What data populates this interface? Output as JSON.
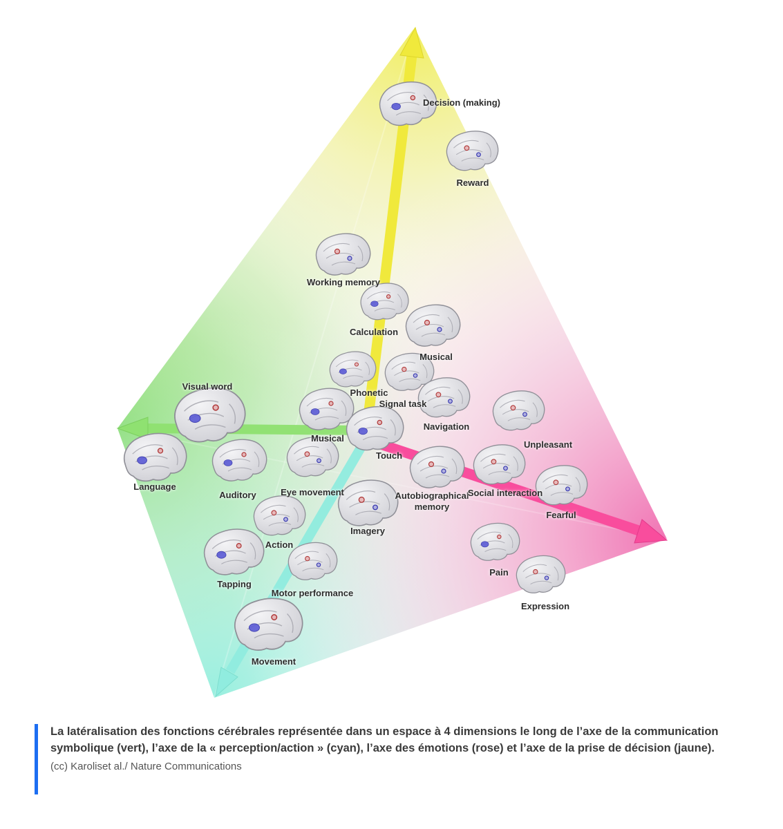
{
  "figure": {
    "nodes": [
      {
        "id": "decision",
        "label": "Decision (making)"
      },
      {
        "id": "reward",
        "label": "Reward"
      },
      {
        "id": "working-memory",
        "label": "Working memory"
      },
      {
        "id": "calculation",
        "label": "Calculation"
      },
      {
        "id": "musical-upper",
        "label": "Musical"
      },
      {
        "id": "phonetic",
        "label": "Phonetic"
      },
      {
        "id": "signal-task",
        "label": "Signal task"
      },
      {
        "id": "navigation",
        "label": "Navigation"
      },
      {
        "id": "unpleasant",
        "label": "Unpleasant"
      },
      {
        "id": "visual-word",
        "label": "Visual word"
      },
      {
        "id": "musical-lower",
        "label": "Musical"
      },
      {
        "id": "touch",
        "label": "Touch"
      },
      {
        "id": "language",
        "label": "Language"
      },
      {
        "id": "auditory",
        "label": "Auditory"
      },
      {
        "id": "eye-movement",
        "label": "Eye movement"
      },
      {
        "id": "autobiographical-memory",
        "label": "Autobiographical memory"
      },
      {
        "id": "social-interaction",
        "label": "Social interaction"
      },
      {
        "id": "fearful",
        "label": "Fearful"
      },
      {
        "id": "imagery",
        "label": "Imagery"
      },
      {
        "id": "action",
        "label": "Action"
      },
      {
        "id": "pain",
        "label": "Pain"
      },
      {
        "id": "tapping",
        "label": "Tapping"
      },
      {
        "id": "motor-performance",
        "label": "Motor performance"
      },
      {
        "id": "expression",
        "label": "Expression"
      },
      {
        "id": "movement",
        "label": "Movement"
      }
    ],
    "axis_colors": {
      "green": "#8fe170",
      "yellow": "#f0e93c",
      "cyan": "#90ecdf",
      "pink": "#f94d9d"
    }
  },
  "caption": {
    "text": "La latéralisation des fonctions cérébrales représentée dans un espace à 4 dimensions le long de l’axe de la communication symbolique (vert), l’axe de la « perception/action » (cyan), l’axe des émotions (rose) et l’axe de la prise de décision (jaune).",
    "credit": "(cc) Karoliset al./ Nature Communications",
    "accent_color": "#1c6ef2"
  }
}
